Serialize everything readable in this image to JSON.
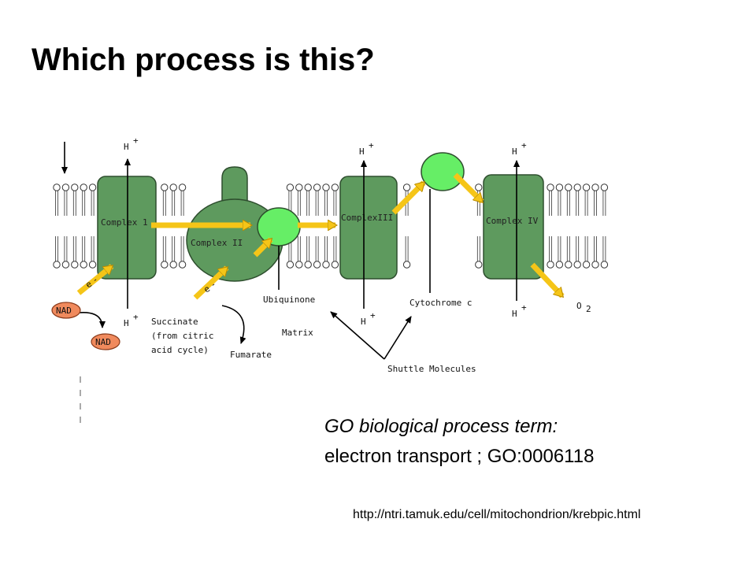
{
  "slide": {
    "title": "Which process is this?"
  },
  "diagram": {
    "complex1": "Complex 1",
    "complex2": "Complex II",
    "complex3": "ComplexIII",
    "complex4": "Complex IV",
    "hplus": "H",
    "plus": "+",
    "electron": "e",
    "minus": "-",
    "nad": "NAD",
    "succinate": [
      "Succinate",
      "(from citric",
      "acid cycle)"
    ],
    "fumarate": "Fumarate",
    "ubiquinone": "Ubiquinone",
    "matrix": "Matrix",
    "cytochrome": "Cytochrome c",
    "shuttle": "Shuttle Molecules",
    "oxygen": "O",
    "oxygen_sub": "2",
    "colors": {
      "complex": "#5e9a5e",
      "mobile_carrier": "#66ee66",
      "arrow": "#f5c518",
      "nad": "#f08a5d"
    }
  },
  "annotation": {
    "heading": "GO biological process term:",
    "term": "electron transport ; GO:0006118"
  },
  "source": {
    "url": "http://ntri.tamuk.edu/cell/mitochondrion/krebpic.html"
  }
}
